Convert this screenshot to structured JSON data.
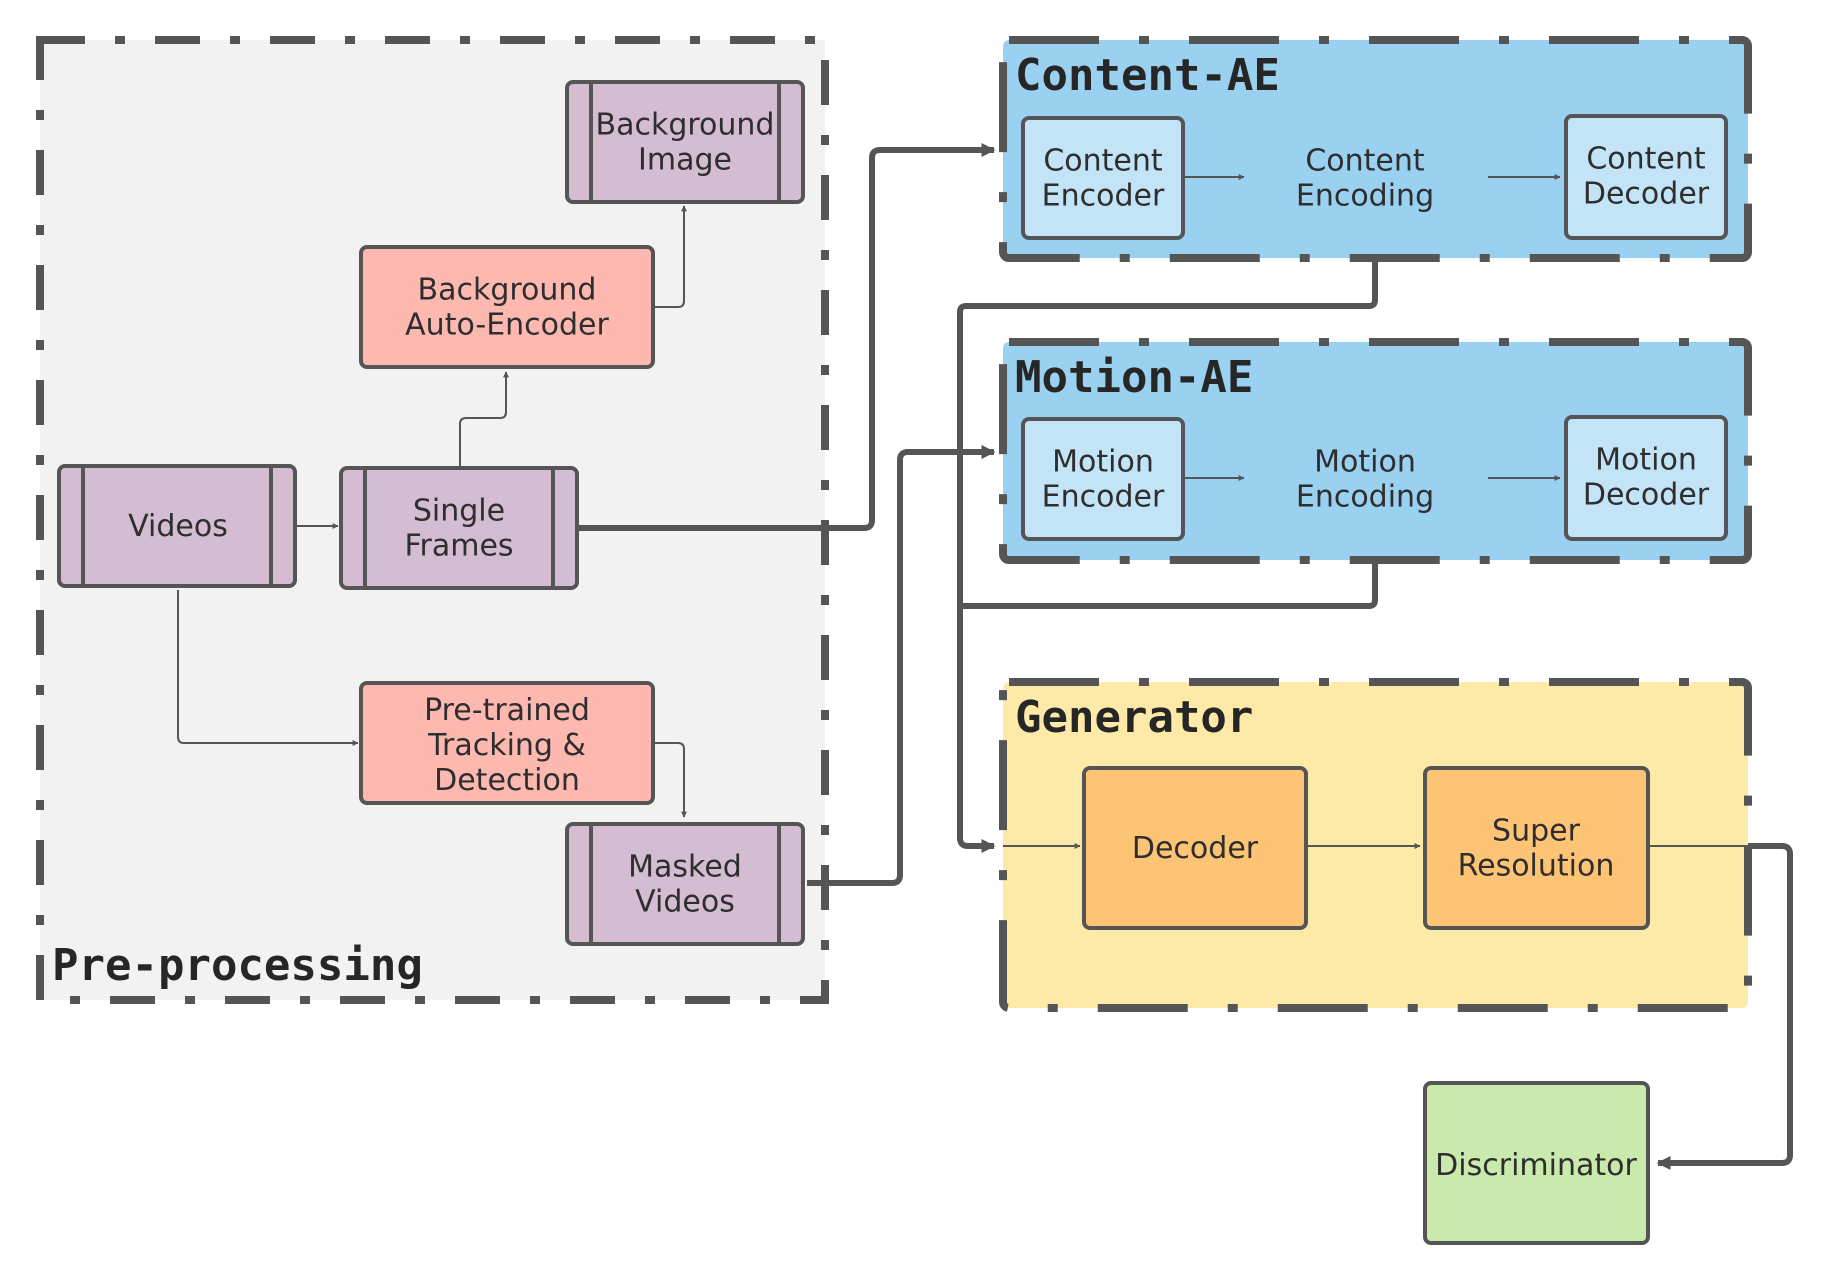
{
  "colors": {
    "stroke": "#555555",
    "preprocessing_bg": "#f2f2f2",
    "ae_bg": "#9ad0f0",
    "ae_inner": "#c3e4f7",
    "generator_bg": "#feeaa8",
    "data_node": "#d4bcd2",
    "process_node": "#fdb8b0",
    "generator_node": "#fec476",
    "discriminator_node": "#cae9ad"
  },
  "groups": {
    "preprocessing": {
      "title": "Pre-processing"
    },
    "content_ae": {
      "title": "Content-AE"
    },
    "motion_ae": {
      "title": "Motion-AE"
    },
    "generator": {
      "title": "Generator"
    }
  },
  "nodes": {
    "background_image": [
      "Background",
      "Image"
    ],
    "background_autoencoder": [
      "Background",
      "Auto-Encoder"
    ],
    "videos": [
      "Videos"
    ],
    "single_frames": [
      "Single",
      "Frames"
    ],
    "tracking_detection": [
      "Pre-trained",
      "Tracking &",
      "Detection"
    ],
    "masked_videos": [
      "Masked",
      "Videos"
    ],
    "content_encoder": [
      "Content",
      "Encoder"
    ],
    "content_encoding": [
      "Content",
      "Encoding"
    ],
    "content_decoder": [
      "Content",
      "Decoder"
    ],
    "motion_encoder": [
      "Motion",
      "Encoder"
    ],
    "motion_encoding": [
      "Motion",
      "Encoding"
    ],
    "motion_decoder": [
      "Motion",
      "Decoder"
    ],
    "decoder": [
      "Decoder"
    ],
    "super_resolution": [
      "Super",
      "Resolution"
    ],
    "discriminator": [
      "Discriminator"
    ]
  }
}
